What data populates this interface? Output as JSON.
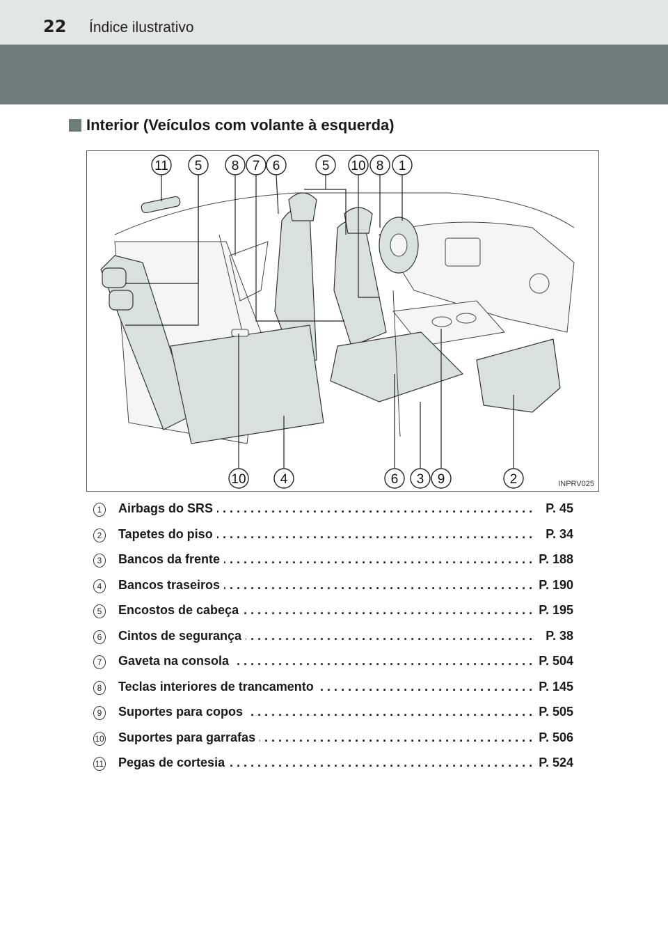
{
  "header": {
    "page_number": "22",
    "section_title": "Índice ilustrativo"
  },
  "section": {
    "heading": "Interior (Veículos com volante à esquerda)"
  },
  "figure": {
    "code": "INPRV025",
    "top_callouts": [
      "11",
      "5",
      "8",
      "7",
      "6",
      "5",
      "10",
      "8",
      "1"
    ],
    "bottom_callouts": [
      "10",
      "4",
      "6",
      "3",
      "9",
      "2"
    ]
  },
  "items": [
    {
      "num": "1",
      "label": "Airbags do SRS",
      "page": "P. 45"
    },
    {
      "num": "2",
      "label": "Tapetes do piso",
      "page": "P. 34"
    },
    {
      "num": "3",
      "label": "Bancos da frente",
      "page": "P. 188"
    },
    {
      "num": "4",
      "label": "Bancos traseiros",
      "page": "P. 190"
    },
    {
      "num": "5",
      "label": "Encostos de cabeça",
      "page": "P. 195"
    },
    {
      "num": "6",
      "label": "Cintos de segurança",
      "page": "P. 38"
    },
    {
      "num": "7",
      "label": "Gaveta na consola",
      "page": "P. 504"
    },
    {
      "num": "8",
      "label": "Teclas interiores de trancamento",
      "page": "P. 145"
    },
    {
      "num": "9",
      "label": "Suportes para copos",
      "page": "P. 505"
    },
    {
      "num": "10",
      "label": "Suportes para garrafas",
      "page": "P. 506"
    },
    {
      "num": "11",
      "label": "Pegas de cortesia",
      "page": "P. 524"
    }
  ]
}
